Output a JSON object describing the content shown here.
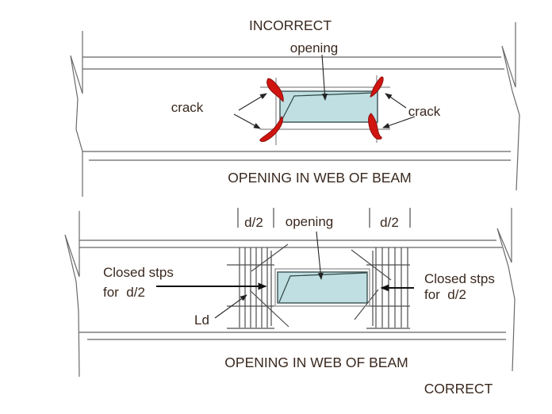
{
  "colors": {
    "background": "#ffffff",
    "beam_line": "#7e7e7e",
    "rebar_line": "#4d4d4d",
    "construction_line": "#8a8a8a",
    "leader_line": "#222222",
    "text": "#3a291f",
    "opening_fill": "#bfdfe2",
    "opening_outline": "#3c4f52",
    "crack_red": "#d01410",
    "crack_red_dark": "#8c0f0b"
  },
  "incorrect": {
    "title": "INCORRECT",
    "opening_label": "opening",
    "crack_left_label": "crack",
    "crack_right_label": "crack",
    "caption": "OPENING IN WEB OF BEAM"
  },
  "correct": {
    "dim_left": "d/2",
    "opening_label": "opening",
    "dim_right": "d/2",
    "stps_left_line1": "Closed stps",
    "stps_left_line2": "for  d/2",
    "ld_label": "Ld",
    "stps_right_line1": "Closed stps",
    "stps_right_line2": "for  d/2",
    "caption": "OPENING IN WEB OF BEAM",
    "verdict": "CORRECT"
  }
}
